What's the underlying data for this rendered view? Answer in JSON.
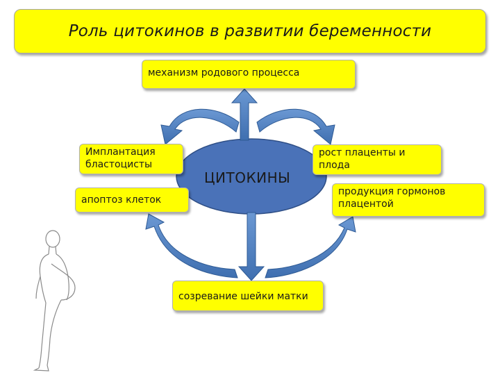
{
  "title": "Роль цитокинов в развитии беременности",
  "center_label": "ЦИТОКИНЫ",
  "boxes": {
    "mechanism": "механизм родового процесса",
    "implantation": [
      "Имплантация",
      "бластоцисты"
    ],
    "apoptosis": "апоптоз клеток",
    "growth": [
      "рост плаценты и",
      "плода"
    ],
    "hormones": [
      "продукция гормонов",
      "плацентой"
    ],
    "cervix": "созревание шейки матки"
  },
  "colors": {
    "box_fill": "#ffff00",
    "ellipse_fill": "#4a72b8",
    "arrow_fill": "#4f81bd",
    "arrow_stroke": "#2e5a94"
  }
}
